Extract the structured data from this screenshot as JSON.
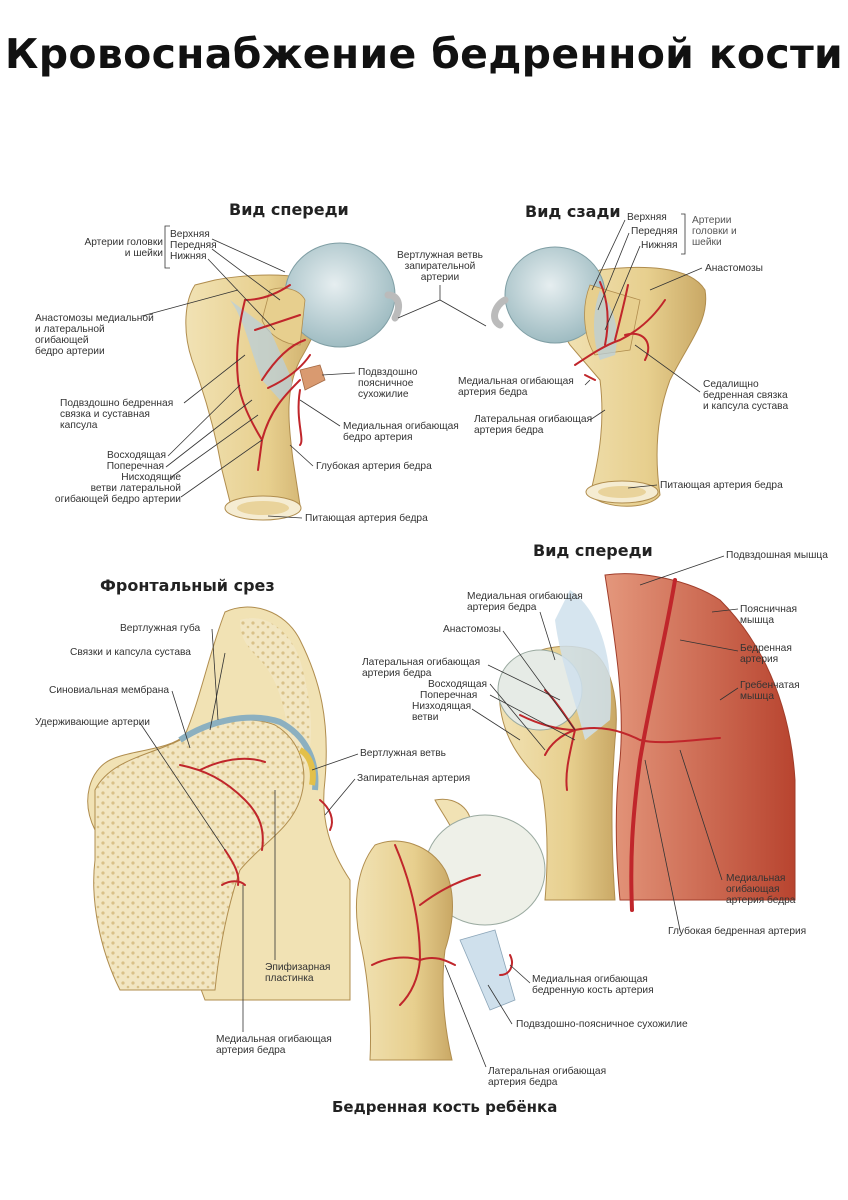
{
  "title": "Кровоснабжение бедренной кости",
  "headings": {
    "front_view": "Вид спереди",
    "back_view": "Вид сзади",
    "frontal_section": "Фронтальный срез",
    "front_view_2": "Вид спереди",
    "child_femur": "Бедренная кость ребёнка"
  },
  "front_labels": {
    "head_neck_arteries": [
      "Артерии головки",
      "и шейки"
    ],
    "upper": "Верхняя",
    "anterior": "Передняя",
    "lower": "Нижняя",
    "anastomoses": [
      "Анастомозы медиальной",
      "и латеральной",
      "огибающей",
      "бедро артерии"
    ],
    "iliofemoral": [
      "Подвздошно бедренная",
      "связка и суставная",
      "капсула"
    ],
    "ascending": "Восходящая",
    "transverse": "Поперечная",
    "descending": [
      "Нисходящие",
      "ветви латеральной",
      "огибающей бедро артерии"
    ],
    "acetabular_branch": [
      "Вертлужная ветвь",
      "запирательной",
      "артерии"
    ],
    "iliopsoas_tendon": [
      "Подвздошно",
      "поясничное",
      "сухожилие"
    ],
    "medial_circumflex": [
      "Медиальная огибающая",
      "бедро артерия"
    ],
    "deep_artery": "Глубокая артерия бедра",
    "nutrient": "Питающая артерия бедра"
  },
  "back_labels": {
    "upper": "Верхняя",
    "anterior": "Передняя",
    "lower": "Нижняя",
    "head_neck_arteries": [
      "Артерии",
      "головки и",
      "шейки"
    ],
    "anastomoses": "Анастомозы",
    "medial_circumflex": [
      "Медиальная огибающая",
      "артерия бедра"
    ],
    "ischiofemoral": [
      "Седалищно",
      "бедренная связка",
      "и капсула сустава"
    ],
    "lateral_circumflex": [
      "Латеральная огибающая",
      "артерия бедра"
    ],
    "nutrient": "Питающая артерия бедра"
  },
  "section_labels": {
    "labrum": "Вертлужная губа",
    "ligaments": "Связки и капсула сустава",
    "synovial": "Синовиальная мембрана",
    "retinacular": "Удерживающие артерии",
    "acetabular_branch": "Вертлужная ветвь",
    "obturator": "Запирательная артерия",
    "epiphyseal": [
      "Эпифизарная",
      "пластинка"
    ],
    "medial_circumflex": [
      "Медиальная огибающая",
      "артерия бедра"
    ]
  },
  "front2_labels": {
    "iliacus": "Подвздошная мышца",
    "medial_circumflex_top": [
      "Медиальная огибающая",
      "артерия бедра"
    ],
    "psoas": [
      "Поясничная",
      "мышца"
    ],
    "anastomoses": "Анастомозы",
    "femoral_artery": [
      "Бедренная",
      "артерия"
    ],
    "lateral_circumflex": [
      "Латеральная огибающая",
      "артерия бедра"
    ],
    "pectineus": [
      "Гребенчатая",
      "мышца"
    ],
    "ascending": "Восходящая",
    "transverse": "Поперечная",
    "descending": [
      "Низходящая",
      "ветви"
    ],
    "medial_circumflex_right": [
      "Медиальная",
      "огибающая",
      "артерия бедра"
    ],
    "deep_femoral": "Глубокая бедренная артерия"
  },
  "child_labels": {
    "medial_circumflex": [
      "Медиальная огибающая",
      "бедренную кость артерия"
    ],
    "iliopsoas": "Подвздошно-поясничное сухожилие",
    "lateral_circumflex": [
      "Латеральная огибающая",
      "артерия бедра"
    ]
  },
  "colors": {
    "bone": "#ecd9a0",
    "bone_dark": "#c9a865",
    "cartilage": "#bcd3d6",
    "artery": "#c0262b",
    "muscle": "#c9573f",
    "ligament": "#a9c3d6"
  }
}
